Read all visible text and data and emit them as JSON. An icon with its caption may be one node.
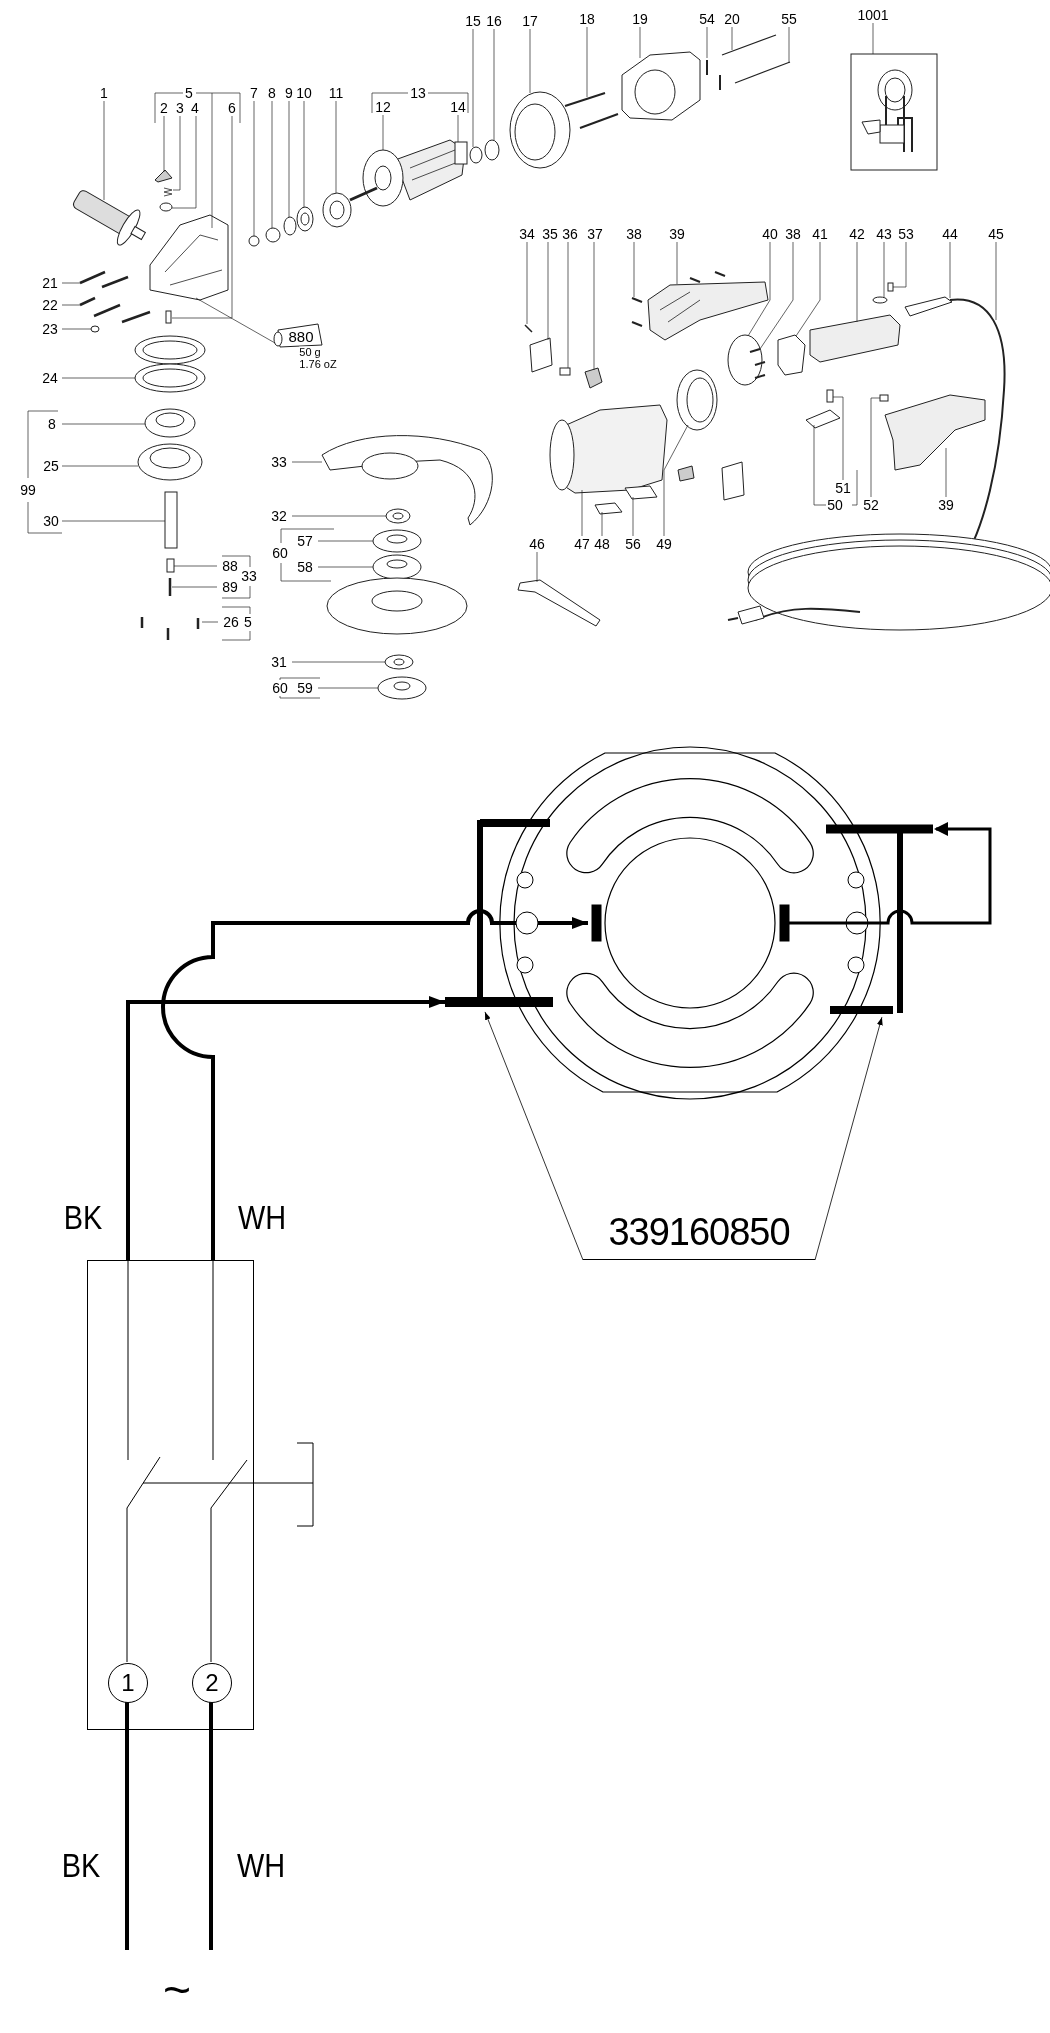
{
  "diagram": {
    "nodes": [
      {
        "text": [],
        "shape": "picture"
      },
      {
        "text": [
          "339160850"
        ]
      },
      {
        "text": [],
        "shape": "box"
      },
      {
        "text": [
          "1"
        ],
        "in": 2
      },
      {
        "text": [
          "2"
        ],
        "in": 2
      }
    ],
    "edges": [
      {
        "from": 2,
        "to": 0,
        "arrow": "to"
      },
      {
        "from": 2,
        "to": 0,
        "arrow": "to"
      },
      {
        "from": 1,
        "to": 0,
        "arrow": "to"
      },
      {
        "from": 1,
        "to": 0,
        "arrow": "to"
      },
      {
        "from": 3,
        "to": null,
        "arrow": "none"
      },
      {
        "from": 4,
        "to": null,
        "arrow": "none"
      }
    ],
    "labels": [
      "15",
      "16",
      "17",
      "18",
      "19",
      "54",
      "20",
      "55",
      "1001",
      "1",
      "5",
      "7",
      "8",
      "9",
      "10",
      "11",
      "13",
      "2",
      "3",
      "4",
      "6",
      "12",
      "14",
      "34",
      "35",
      "36",
      "37",
      "38",
      "39",
      "40",
      "38",
      "41",
      "42",
      "43",
      "53",
      "44",
      "45",
      "21",
      "22",
      "23",
      "880",
      "50 g",
      "1.76 oZ",
      "24",
      "8",
      "25",
      "99",
      "33",
      "30",
      "32",
      "57",
      "60",
      "58",
      "46",
      "47",
      "48",
      "56",
      "49",
      "51",
      "50",
      "52",
      "39",
      "88",
      "33",
      "89",
      "26",
      "5",
      "31",
      "60",
      "59",
      "BK",
      "WH",
      "BK",
      "WH",
      "~"
    ]
  }
}
